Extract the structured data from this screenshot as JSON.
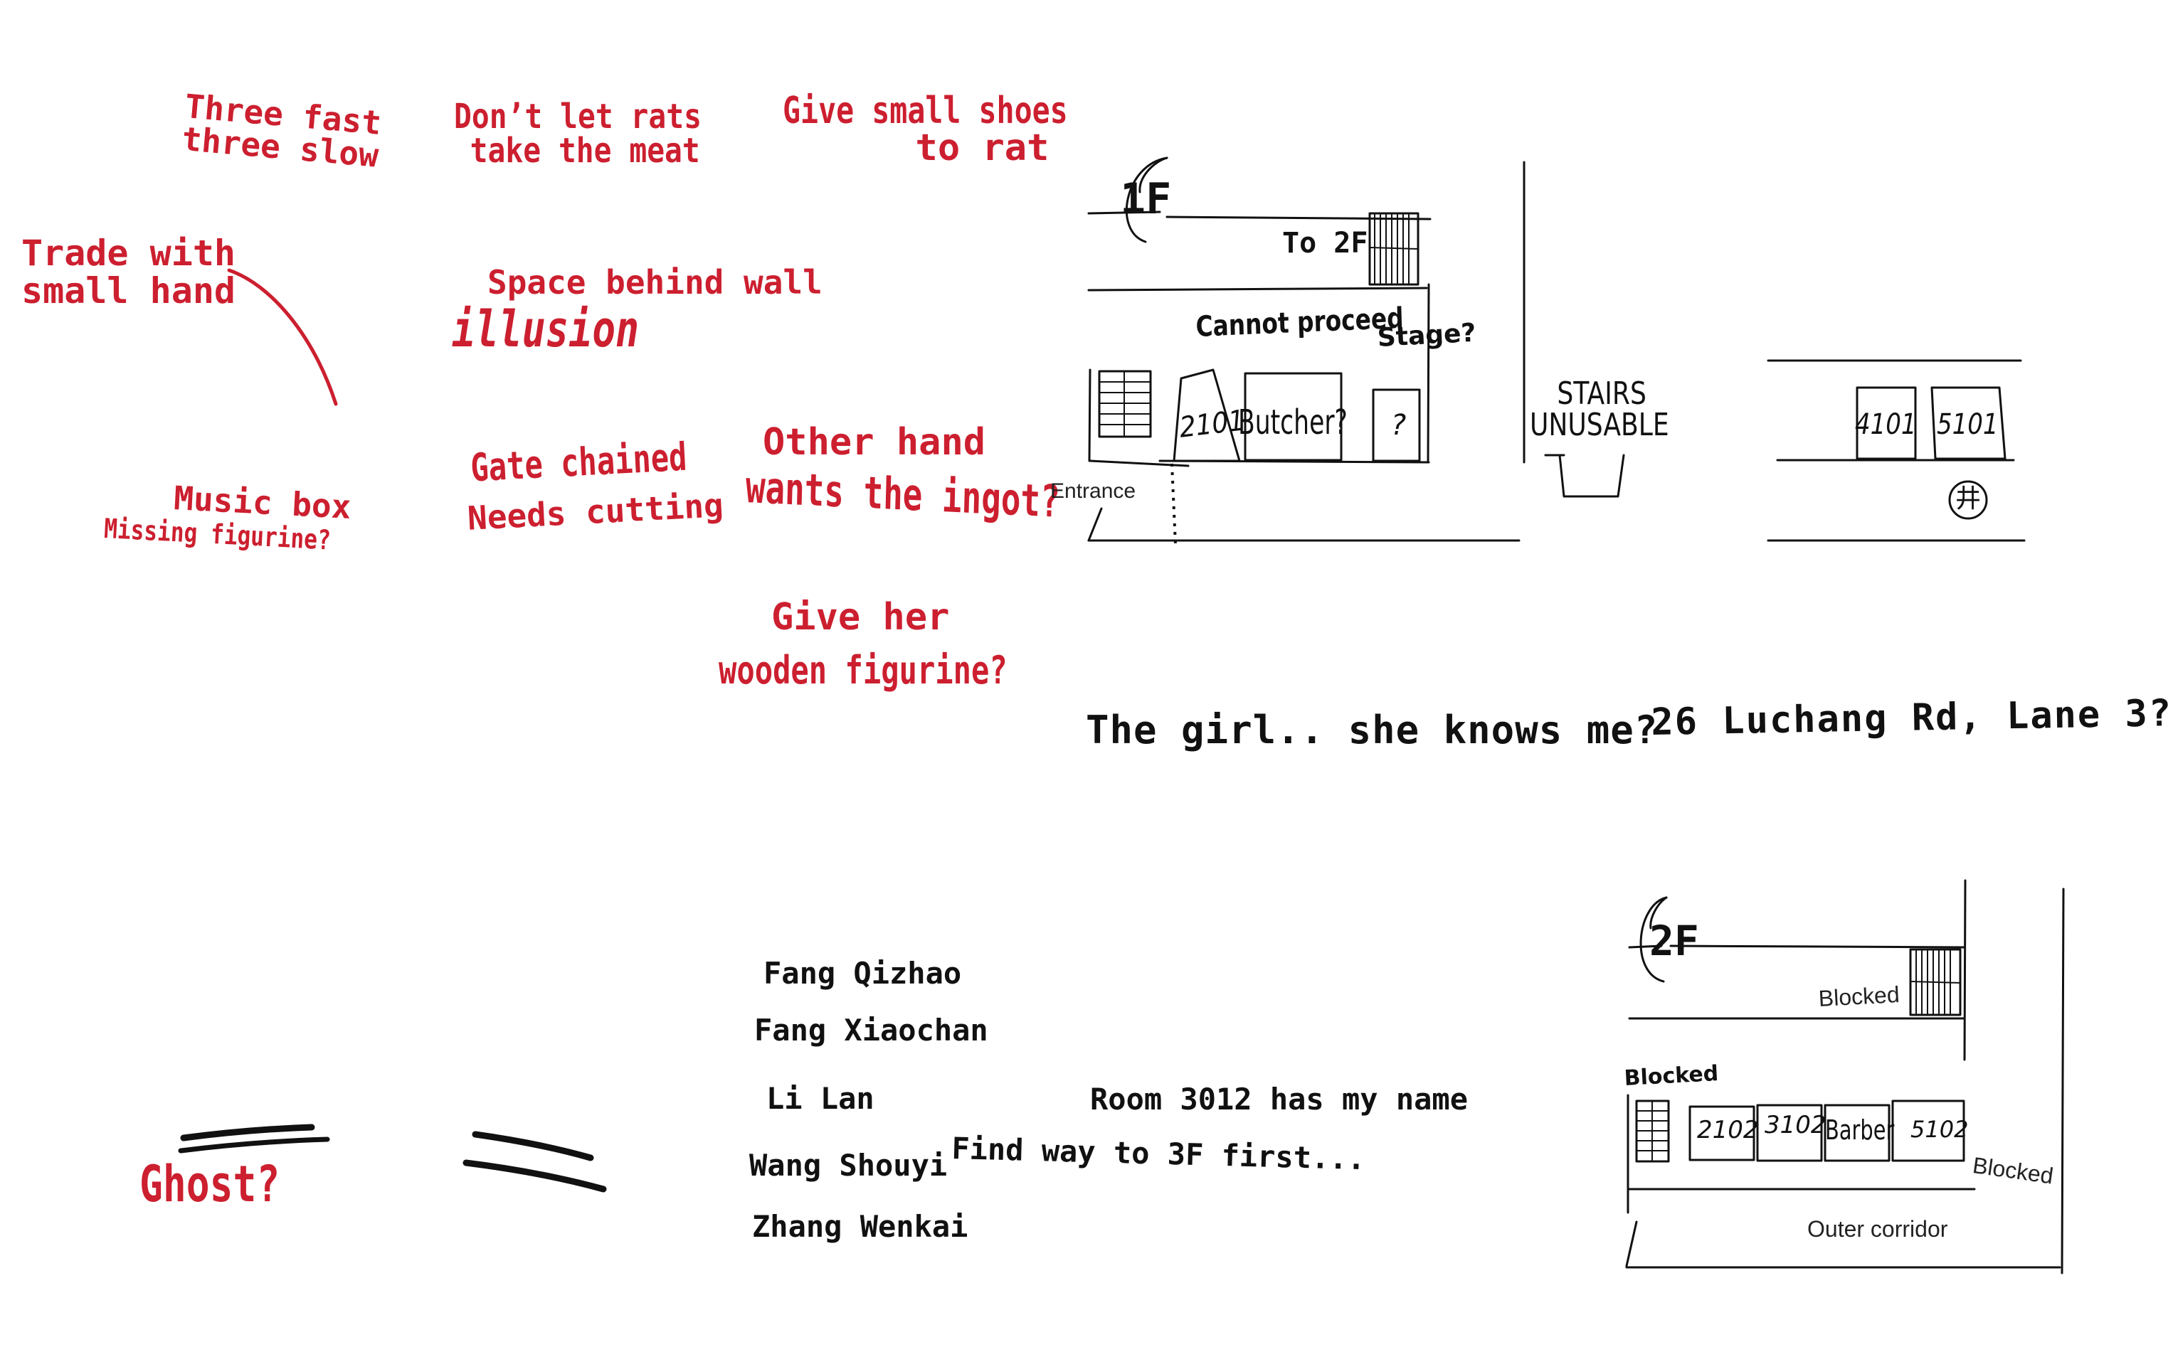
{
  "clues": {
    "three_fast_1": "Three fast",
    "three_fast_2": "three slow",
    "rats_1": "Don’t let rats",
    "rats_2": "take the meat",
    "shoes_1": "Give small shoes",
    "shoes_2": "to rat",
    "trade_1": "Trade with",
    "trade_2": "small hand",
    "space_1": "Space behind wall",
    "space_2": "illusion",
    "music_1": "Music box",
    "music_2": "Missing figurine?",
    "gate_1": "Gate chained",
    "gate_2": "Needs cutting",
    "other_1": "Other hand",
    "other_2": "wants the ingot?",
    "give_1": "Give her",
    "give_2": "wooden figurine?",
    "ghost": "Ghost?"
  },
  "thoughts": {
    "girl": "The girl.. she knows me?",
    "address": "26 Luchang Rd, Lane 3?",
    "room": "Room 3012 has my name",
    "find": "Find way to 3F first..."
  },
  "names": [
    "Fang Qizhao",
    "Fang Xiaochan",
    "Li Lan",
    "Wang Shouyi",
    "Zhang Wenkai"
  ],
  "map_1f": {
    "floor": "1F",
    "to_2f": "To 2F",
    "cannot": "Cannot proceed",
    "stage": "Stage?",
    "room_2101": "2101",
    "butcher": "Butcher?",
    "unknown": "?",
    "entrance": "Entrance",
    "stairs_1": "STAIRS",
    "stairs_2": "UNUSABLE",
    "room_4101": "4101",
    "room_5101": "5101",
    "mark": "井"
  },
  "map_2f": {
    "floor": "2F",
    "blocked_stairs": "Blocked",
    "blocked_left": "Blocked",
    "blocked_right": "Blocked",
    "room_2102": "2102",
    "room_3102": "3102",
    "barber": "Barber",
    "room_5102": "5102",
    "outer": "Outer corridor"
  }
}
